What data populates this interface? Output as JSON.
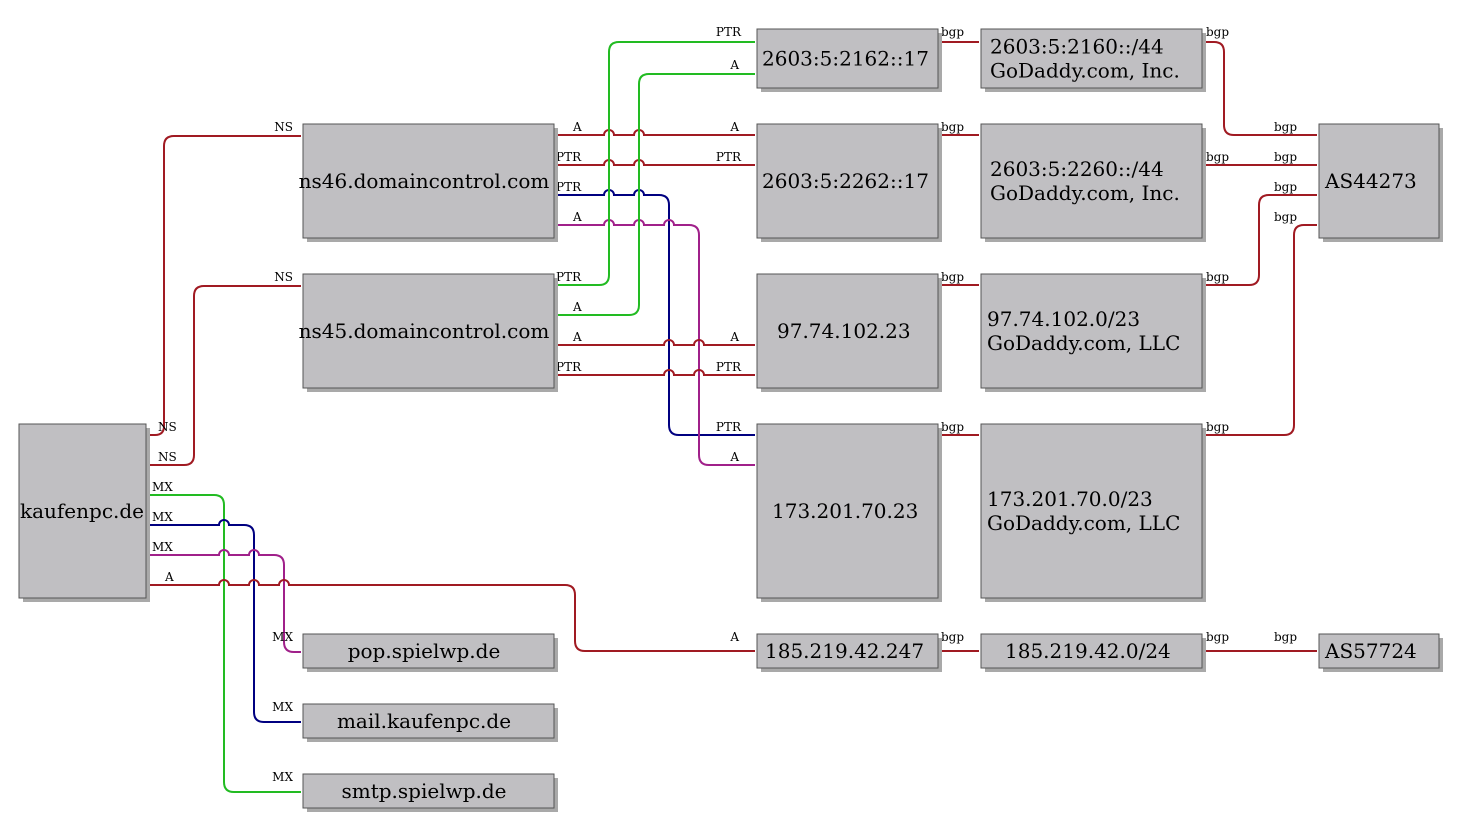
{
  "nodes": {
    "kaufenpc": {
      "lines": [
        "kaufenpc.de"
      ]
    },
    "ns46": {
      "lines": [
        "ns46.domaincontrol.com"
      ]
    },
    "ns45": {
      "lines": [
        "ns45.domaincontrol.com"
      ]
    },
    "pop": {
      "lines": [
        "pop.spielwp.de"
      ]
    },
    "mail": {
      "lines": [
        "mail.kaufenpc.de"
      ]
    },
    "smtp": {
      "lines": [
        "smtp.spielwp.de"
      ]
    },
    "ip6a": {
      "lines": [
        "2603:5:2162::17"
      ]
    },
    "ip6b": {
      "lines": [
        "2603:5:2262::17"
      ]
    },
    "ip4a": {
      "lines": [
        "97.74.102.23"
      ]
    },
    "ip4b": {
      "lines": [
        "173.201.70.23"
      ]
    },
    "ip4c": {
      "lines": [
        "185.219.42.247"
      ]
    },
    "net6a": {
      "lines": [
        "2603:5:2160::/44",
        "GoDaddy.com, Inc."
      ]
    },
    "net6b": {
      "lines": [
        "2603:5:2260::/44",
        "GoDaddy.com, Inc."
      ]
    },
    "net4a": {
      "lines": [
        "97.74.102.0/23",
        "GoDaddy.com, LLC"
      ]
    },
    "net4b": {
      "lines": [
        "173.201.70.0/23",
        "GoDaddy.com, LLC"
      ]
    },
    "net4c": {
      "lines": [
        "185.219.42.0/24"
      ]
    },
    "as44273": {
      "lines": [
        "AS44273"
      ]
    },
    "as57724": {
      "lines": [
        "AS57724"
      ]
    }
  },
  "labels": {
    "ns": "NS",
    "mx": "MX",
    "a": "A",
    "ptr": "PTR",
    "bgp": "bgp"
  },
  "colors": {
    "red": "#a01a22",
    "green": "#22bb22",
    "navy": "#000080",
    "purple": "#a0208a"
  }
}
